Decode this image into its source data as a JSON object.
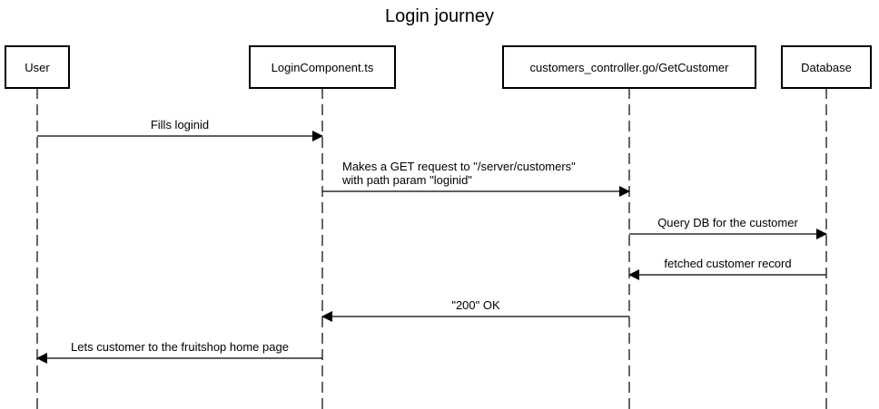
{
  "title": "Login journey",
  "participants": [
    {
      "id": "user",
      "label": "User"
    },
    {
      "id": "login",
      "label": "LoginComponent.ts"
    },
    {
      "id": "controller",
      "label": "customers_controller.go/GetCustomer"
    },
    {
      "id": "db",
      "label": "Database"
    }
  ],
  "messages": [
    {
      "from": "user",
      "to": "login",
      "lines": [
        "Fills loginid"
      ]
    },
    {
      "from": "login",
      "to": "controller",
      "lines": [
        "Makes a GET request to \"/server/customers\"",
        "with path param \"loginid\""
      ]
    },
    {
      "from": "controller",
      "to": "db",
      "lines": [
        "Query DB for the customer"
      ]
    },
    {
      "from": "db",
      "to": "controller",
      "lines": [
        "fetched customer record"
      ]
    },
    {
      "from": "controller",
      "to": "login",
      "lines": [
        "\"200\" OK"
      ]
    },
    {
      "from": "login",
      "to": "user",
      "lines": [
        "Lets customer to the fruitshop home page"
      ]
    }
  ]
}
